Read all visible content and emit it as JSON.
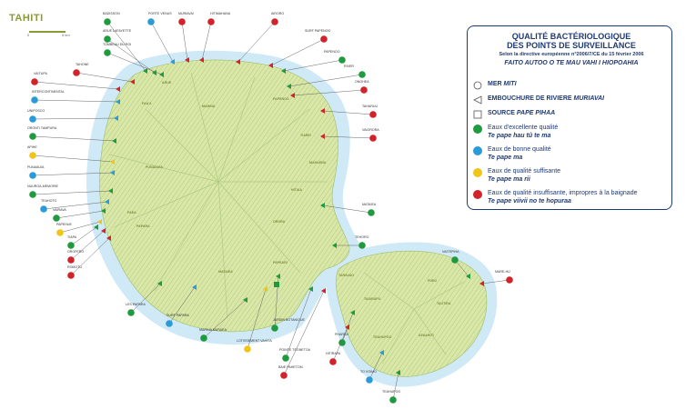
{
  "map_title": "TAHITI",
  "scale_left": "0",
  "scale_right": "5 km",
  "legend": {
    "title_line1": "QUALITÉ BACTÉRIOLOGIQUE",
    "title_line2": "DES POINTS DE SURVEILLANCE",
    "directive": "Selon la directive européenne n°2006/7/CE du 15 février 2006",
    "tahitian_title": "FAITO AUTOO O TE MAU VAHI I HIOPOAHIA",
    "mer": "MER",
    "mer_t": "MITI",
    "embouchure": "EMBOUCHURE DE RIVIERE",
    "embouchure_t": "MURIAVAI",
    "source": "SOURCE",
    "source_t": "PAPE PIHAA",
    "excellent": "Eaux d'excellente qualité",
    "excellent_t": "Te pape hau tû te ma",
    "bonne": "Eaux de bonne qualité",
    "bonne_t": "Te pape ma",
    "suffisante": "Eaux de qualité suffisante",
    "suffisante_t": "Te pape ma rii",
    "insuffisante": "Eaux de qualité insuffisante, impropres à la baignade",
    "insuffisante_t": "Te pape viivii no te hopuraa"
  },
  "colors": {
    "excellent": "#1f9a3e",
    "bonne": "#2a9bd8",
    "suffisante": "#f0c419",
    "insuffisante": "#d2232a",
    "land": "#d6e4a4",
    "lagoon": "#cde8f6",
    "legend_text": "#1f3a73",
    "title": "#8a9a30"
  },
  "stations": [
    {
      "name": "BADISSON",
      "q": "excellent"
    },
    {
      "name": "PORTE VENUS",
      "q": "bonne"
    },
    {
      "name": "MURIAVAI",
      "q": "insuffisante"
    },
    {
      "name": "HITIMAHANA",
      "q": "insuffisante"
    },
    {
      "name": "AIRORO",
      "q": "insuffisante"
    },
    {
      "name": "ARUE LAFAYETTE",
      "q": "excellent"
    },
    {
      "name": "TOMBEAU DU ROI",
      "q": "excellent"
    },
    {
      "name": "SURF PAPENOO",
      "q": "insuffisante"
    },
    {
      "name": "TAHONE",
      "q": "insuffisante"
    },
    {
      "name": "PAPENOO",
      "q": "excellent"
    },
    {
      "name": "VAITUPA",
      "q": "insuffisante"
    },
    {
      "name": "RIVER",
      "q": "excellent"
    },
    {
      "name": "INTERCONTINENTAL",
      "q": "bonne"
    },
    {
      "name": "ONOHEA",
      "q": "insuffisante"
    },
    {
      "name": "UNIPOSCO",
      "q": "bonne"
    },
    {
      "name": "TAHARUU",
      "q": "insuffisante"
    },
    {
      "name": "ORONTI TAMPURA",
      "q": "excellent"
    },
    {
      "name": "VAIORORA",
      "q": "insuffisante"
    },
    {
      "name": "APIHE",
      "q": "suffisante"
    },
    {
      "name": "PUNAAUIA",
      "q": "bonne"
    },
    {
      "name": "NUUROA-MEMORIE",
      "q": "excellent"
    },
    {
      "name": "TEAHOTO",
      "q": "bonne"
    },
    {
      "name": "VAIRAVA",
      "q": "excellent"
    },
    {
      "name": "PAPEHUE",
      "q": "suffisante"
    },
    {
      "name": "MATAIEA",
      "q": "excellent"
    },
    {
      "name": "TIAPA",
      "q": "excellent"
    },
    {
      "name": "OROFERO",
      "q": "insuffisante"
    },
    {
      "name": "ROMOTU",
      "q": "insuffisante"
    },
    {
      "name": "TEHORO",
      "q": "excellent"
    },
    {
      "name": "VAITEPIHA",
      "q": "excellent"
    },
    {
      "name": "MARE-HU",
      "q": "insuffisante"
    },
    {
      "name": "LES PAPARA",
      "q": "excellent"
    },
    {
      "name": "SURF PAPARA",
      "q": "bonne"
    },
    {
      "name": "JARDIN BOTANIQUE",
      "q": "excellent"
    },
    {
      "name": "MARINA MATAIEA",
      "q": "excellent"
    },
    {
      "name": "LOTISSEMENT VAHITA",
      "q": "suffisante"
    },
    {
      "name": "POINTE TEGNETOA",
      "q": "excellent"
    },
    {
      "name": "PHAREA",
      "q": "excellent"
    },
    {
      "name": "BAIE PAHETOM",
      "q": "insuffisante"
    },
    {
      "name": "HITIRAPA",
      "q": "insuffisante"
    },
    {
      "name": "TO VOIMO",
      "q": "bonne"
    },
    {
      "name": "TEAHUPOO",
      "q": "excellent"
    }
  ],
  "places": [
    "FAA'A",
    "ARUE",
    "MAHINA",
    "PAPENOO",
    "TIAREI",
    "HITIAA",
    "MAHAENA",
    "TAIARAPU",
    "PAPARA",
    "PUNAAUIA",
    "PAEA",
    "MATAIEA",
    "TARAVAO",
    "TEAHUPOO",
    "TAUTIRA",
    "PUEU",
    "AFAAHITI",
    "ORORA",
    "PAPEARI"
  ]
}
